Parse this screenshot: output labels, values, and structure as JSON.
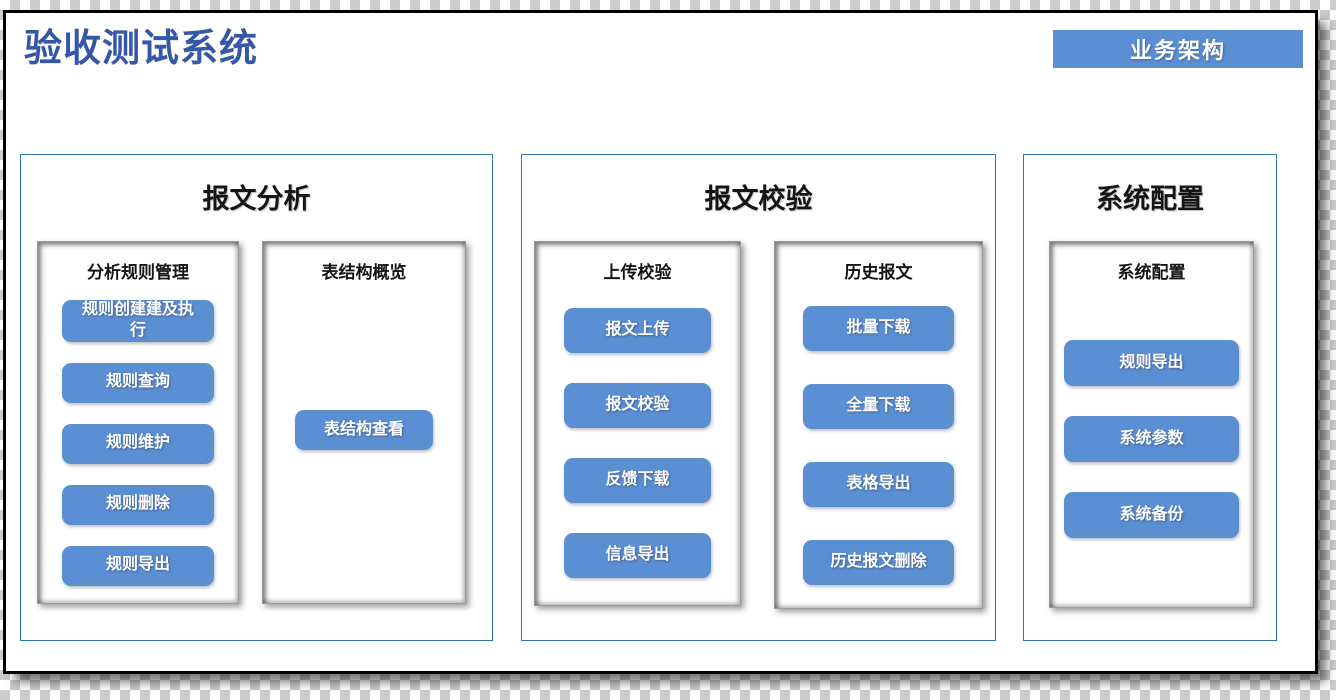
{
  "page": {
    "title": "验收测试系统",
    "badge": "业务架构"
  },
  "sections": [
    {
      "title": "报文分析",
      "groups": [
        {
          "title": "分析规则管理",
          "buttons": [
            "规则创建建及执行",
            "规则查询",
            "规则维护",
            "规则删除",
            "规则导出"
          ]
        },
        {
          "title": "表结构概览",
          "buttons": [
            "表结构查看"
          ]
        }
      ]
    },
    {
      "title": "报文校验",
      "groups": [
        {
          "title": "上传校验",
          "buttons": [
            "报文上传",
            "报文校验",
            "反馈下载",
            "信息导出"
          ]
        },
        {
          "title": "历史报文",
          "buttons": [
            "批量下载",
            "全量下载",
            "表格导出",
            "历史报文删除"
          ]
        }
      ]
    },
    {
      "title": "系统配置",
      "groups": [
        {
          "title": "系统配置",
          "buttons": [
            "规则导出",
            "系统参数",
            "系统备份"
          ]
        }
      ]
    }
  ],
  "colors": {
    "node_blue": "#5B8FD4",
    "title_blue": "#3557A7",
    "section_border_blue": "#2E75B5",
    "page_border": "#000000",
    "checker_gray": "#CDCDCD"
  }
}
